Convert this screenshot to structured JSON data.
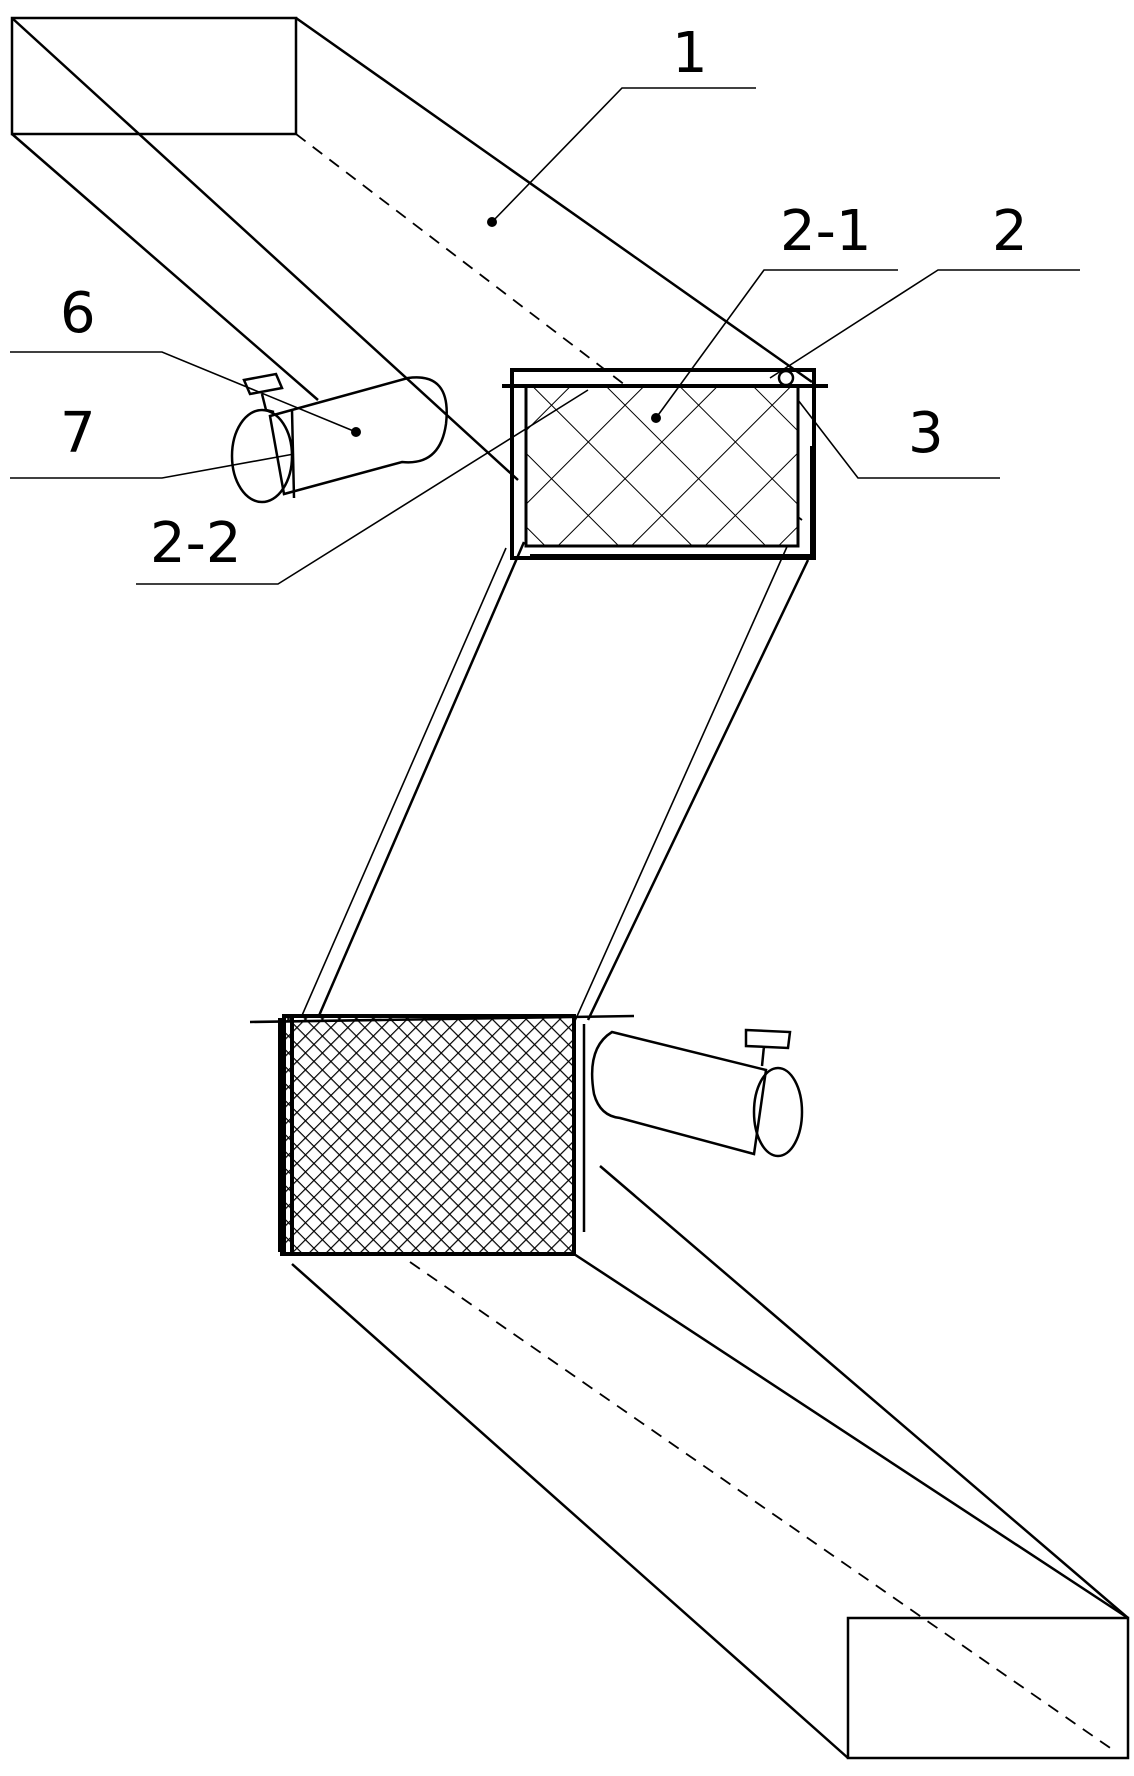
{
  "figure": {
    "labels": {
      "part_1": "1",
      "part_2": "2",
      "part_2_1": "2-1",
      "part_2_2": "2-2",
      "part_3": "3",
      "part_6": "6",
      "part_7": "7"
    }
  }
}
